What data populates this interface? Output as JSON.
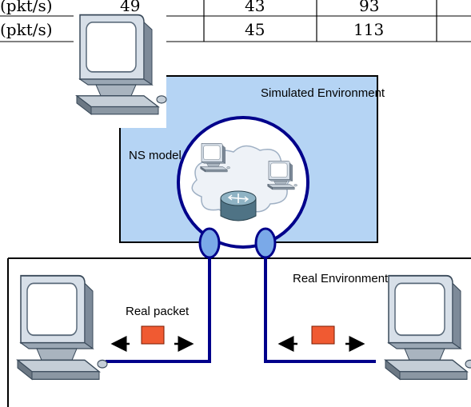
{
  "table": {
    "rows": [
      {
        "label": "(pkt/s)",
        "cells": [
          "49",
          "43",
          "93"
        ]
      },
      {
        "label": "(pkt/s)",
        "cells": [
          "",
          "45",
          "113"
        ]
      }
    ]
  },
  "diagram": {
    "simulated_environment_label": "Simulated Environment",
    "ns_model_label": "NS model",
    "real_environment_label": "Real Environment",
    "real_packet_label": "Real packet"
  },
  "colors": {
    "simulated_bg": "#b5d4f4",
    "wire": "#00008b",
    "port_fill": "#7aa9e8",
    "packet_fill": "#f05a32"
  },
  "icons": [
    "desktop-computer-icon",
    "router-icon",
    "cloud-icon"
  ]
}
